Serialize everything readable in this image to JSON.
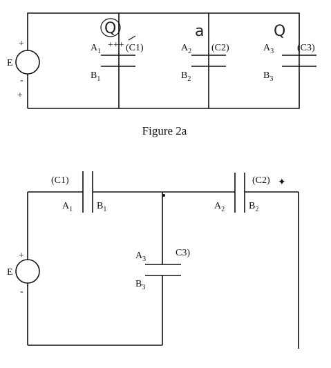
{
  "figure_a": {
    "caption": "Figure 2a",
    "source_label": "E",
    "plus_sign": "+",
    "minus_sign": "-",
    "lower_plus": "+",
    "capacitors": [
      {
        "label": "(C1)",
        "top_plate": "A",
        "top_sub": "1",
        "bottom_plate": "B",
        "bottom_sub": "1",
        "handwritten": "Q"
      },
      {
        "label": "(C2)",
        "top_plate": "A",
        "top_sub": "2",
        "bottom_plate": "B",
        "bottom_sub": "2",
        "handwritten": "a"
      },
      {
        "label": "(C3)",
        "top_plate": "A",
        "top_sub": "3",
        "bottom_plate": "B",
        "bottom_sub": "3",
        "handwritten": "Q"
      }
    ],
    "plate_marks": "+++"
  },
  "figure_b": {
    "source_label": "E",
    "plus_sign": "+",
    "minus_sign": "-",
    "c1": {
      "label": "(C1)",
      "left_plate": "A",
      "left_sub": "1",
      "right_plate": "B",
      "right_sub": "1"
    },
    "c2": {
      "label": "(C2)",
      "left_plate": "A",
      "left_sub": "2",
      "right_plate": "B",
      "right_sub": "2",
      "mark": "✦"
    },
    "c3": {
      "label": "C3)",
      "top_plate": "A",
      "top_sub": "3",
      "bottom_plate": "B",
      "bottom_sub": "3"
    }
  }
}
